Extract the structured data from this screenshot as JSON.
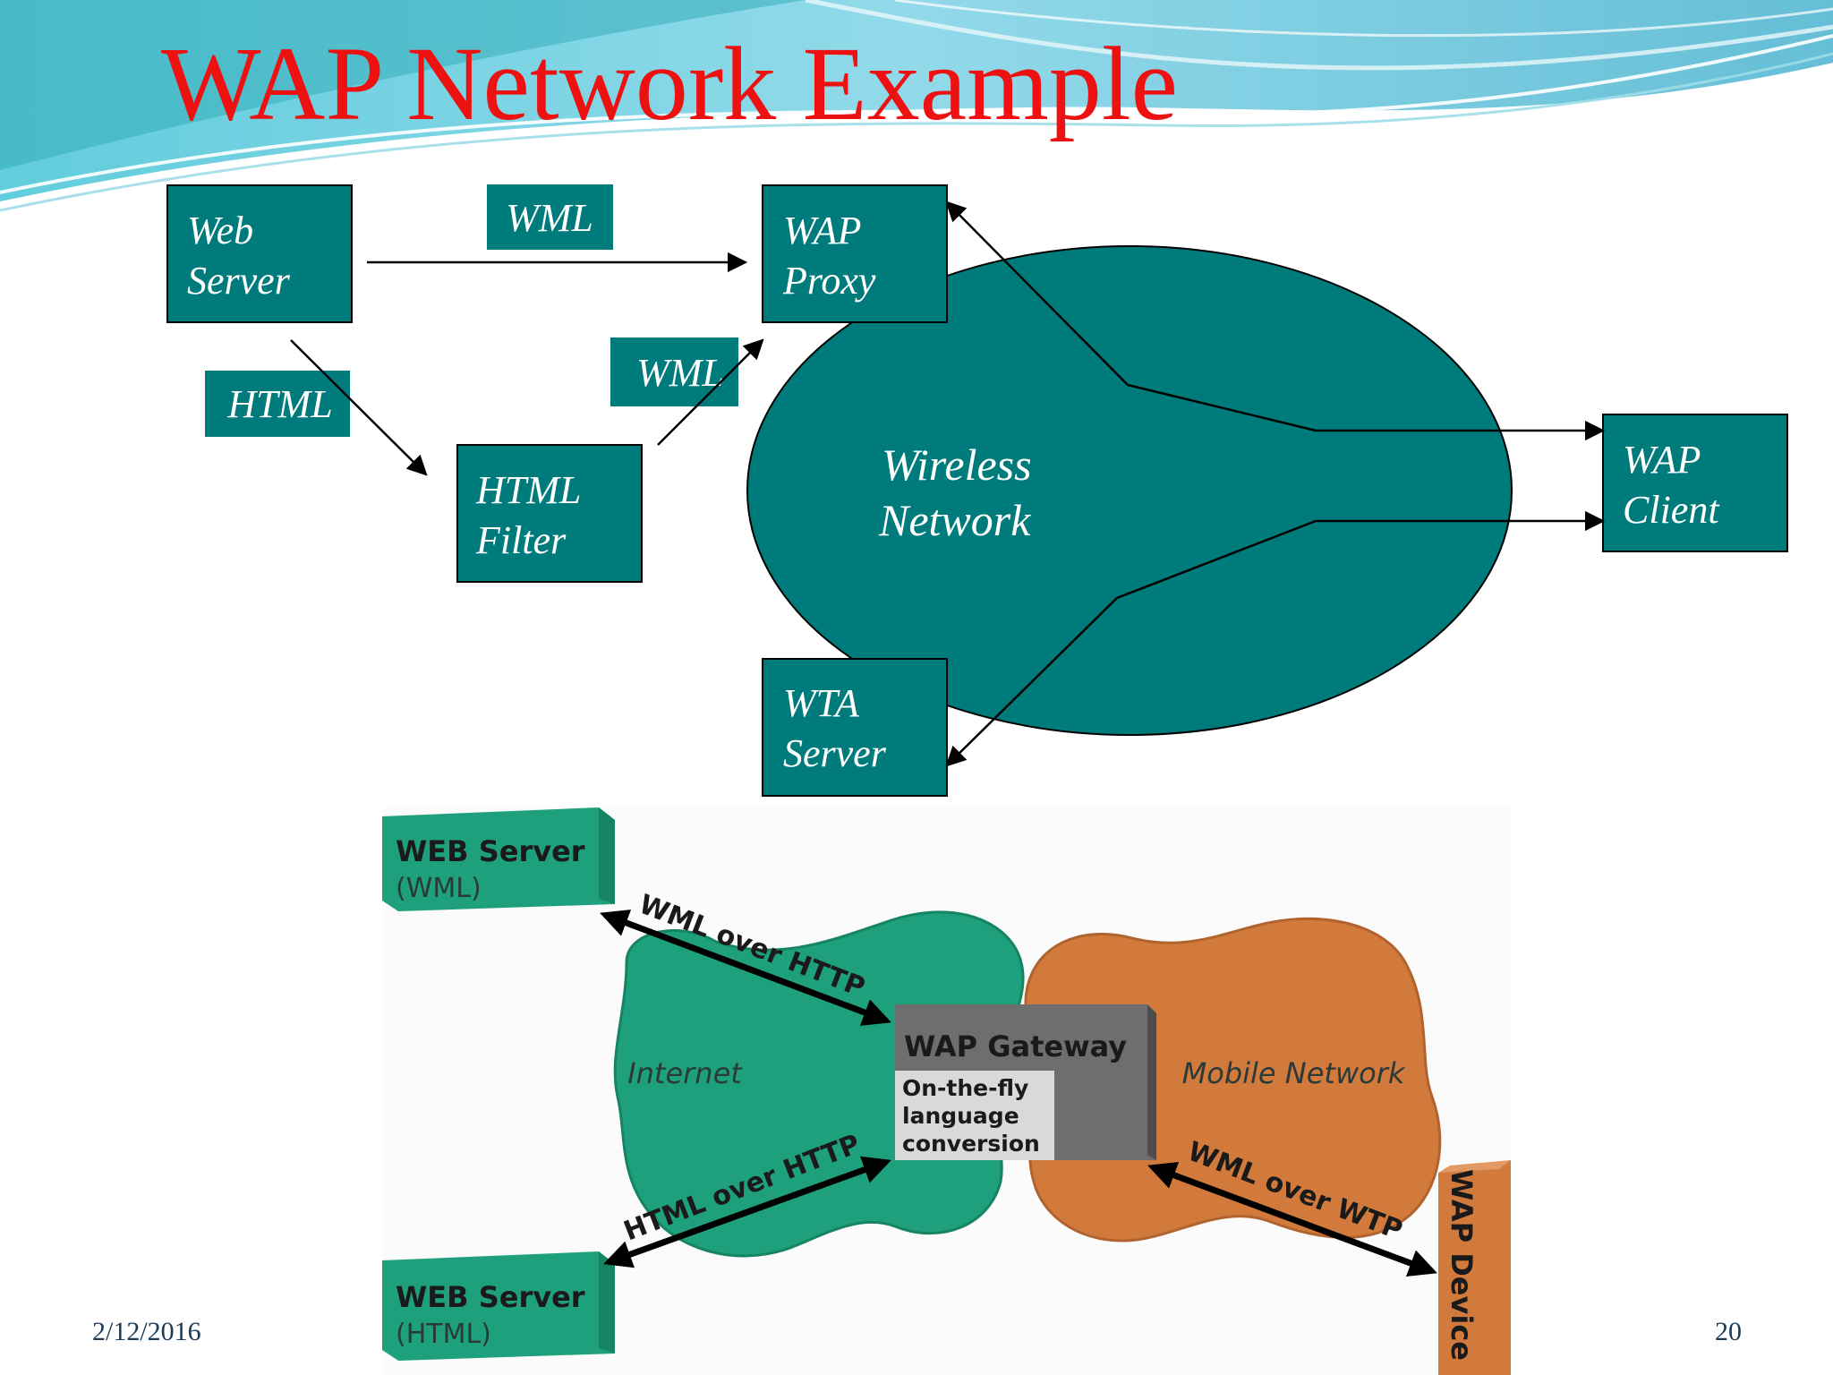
{
  "slide": {
    "title": "WAP Network Example",
    "date": "2/12/2016",
    "page_number": "20"
  },
  "top_diagram": {
    "web_server": [
      "Web",
      "Server"
    ],
    "wap_proxy": [
      "WAP",
      "Proxy"
    ],
    "html_filter": [
      "HTML",
      "Filter"
    ],
    "wap_client": [
      "WAP",
      "Client"
    ],
    "wta_server": [
      "WTA",
      "Server"
    ],
    "wireless_network": [
      "Wireless",
      "Network"
    ],
    "label_wml_top": "WML",
    "label_wml_mid": "WML",
    "label_html": "HTML"
  },
  "bottom_diagram": {
    "web_server_wml": {
      "title": "WEB Server",
      "subtitle": "(WML)"
    },
    "web_server_html": {
      "title": "WEB Server",
      "subtitle": "(HTML)"
    },
    "internet_label": "Internet",
    "mobile_network_label": "Mobile Network",
    "gateway": {
      "title": "WAP Gateway",
      "lines": [
        "On-the-fly",
        "language",
        "conversion"
      ]
    },
    "wap_device": "WAP Device",
    "arrow_wml_http": "WML over HTTP",
    "arrow_html_http": "HTML over HTTP",
    "arrow_wml_wtp": "WML over WTP"
  },
  "colors": {
    "teal": "#007b7b",
    "title_red": "#ee1111",
    "internet_green": "#1ea07c",
    "mobile_orange": "#d27a3c"
  }
}
